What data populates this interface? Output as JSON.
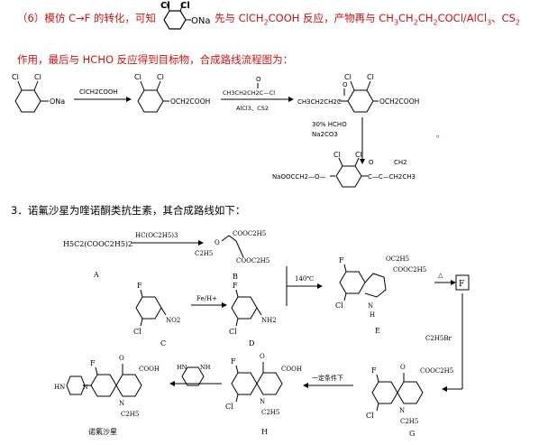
{
  "part6": {
    "line1_a": "（6）模仿 C→F 的转化，可知",
    "line1_b": "先与 ClCH",
    "line1_c": "COOH 反应，产物再与 CH",
    "line1_d": "CH",
    "line1_e": "CH",
    "line1_f": "COCl/AlCl",
    "line1_g": "、CS",
    "line2": "作用，最后与 HCHO 反应得到目标物，合成路线流程图为：",
    "phenoxide_label": "ONa",
    "cl": "Cl",
    "reagent1": "ClCH2COOH",
    "reagent2_top": "CH3CH2CH2C—Cl",
    "reagent2_o": "O",
    "reagent2_bottom": "AlCl3、CS2",
    "ether_group": "OCH2COOH",
    "propyl_ketone": "CH3CH2CH2C",
    "reagent3_a": "30%   HCHO",
    "reagent3_b": "Na2CO3",
    "final_left": "NaOOCCH2—O—",
    "final_ch2": "CH2",
    "final_chain": "C—C—CH2CH3",
    "final_o": "O",
    "dot": "。"
  },
  "part3": {
    "title": "3．诺氟沙星为喹诺酮类抗生素，其合成路线如下：",
    "A": "H5C2(COOC2H5)2",
    "reagent_AB": "HC(OC2H5)3",
    "label_A": "A",
    "B_cooet1": "COOC2H5",
    "B_cooet2": "COOC2H5",
    "B_oet": "C2H5",
    "label_B": "B",
    "label_C": "C",
    "label_D": "D",
    "label_E": "E",
    "label_F": "F",
    "label_G": "G",
    "label_H": "H",
    "C_f": "F",
    "C_cl": "Cl",
    "C_no2": "NO2",
    "reagent_CD": "Fe/H+",
    "D_nh2": "NH2",
    "temp": "140℃",
    "E_oc2h5": "OC2H5",
    "E_cooet": "COOC2H5",
    "E_nh": "H",
    "E_n": "N",
    "arrow_EF": "△",
    "reagent_FG": "C2H5Br",
    "G_cooet": "COOC2H5",
    "G_n": "N",
    "G_et": "C2H5",
    "reagent_GH": "一定条件下",
    "H_cooh": "COOH",
    "H_et": "C2H5",
    "piperazine_hn": "HN",
    "piperazine_n": "N",
    "product_cooh": "COOH",
    "product_name": "诺氟沙星",
    "O": "O",
    "F": "F",
    "Cl": "Cl",
    "HN": "HN",
    "NH": "NH"
  }
}
